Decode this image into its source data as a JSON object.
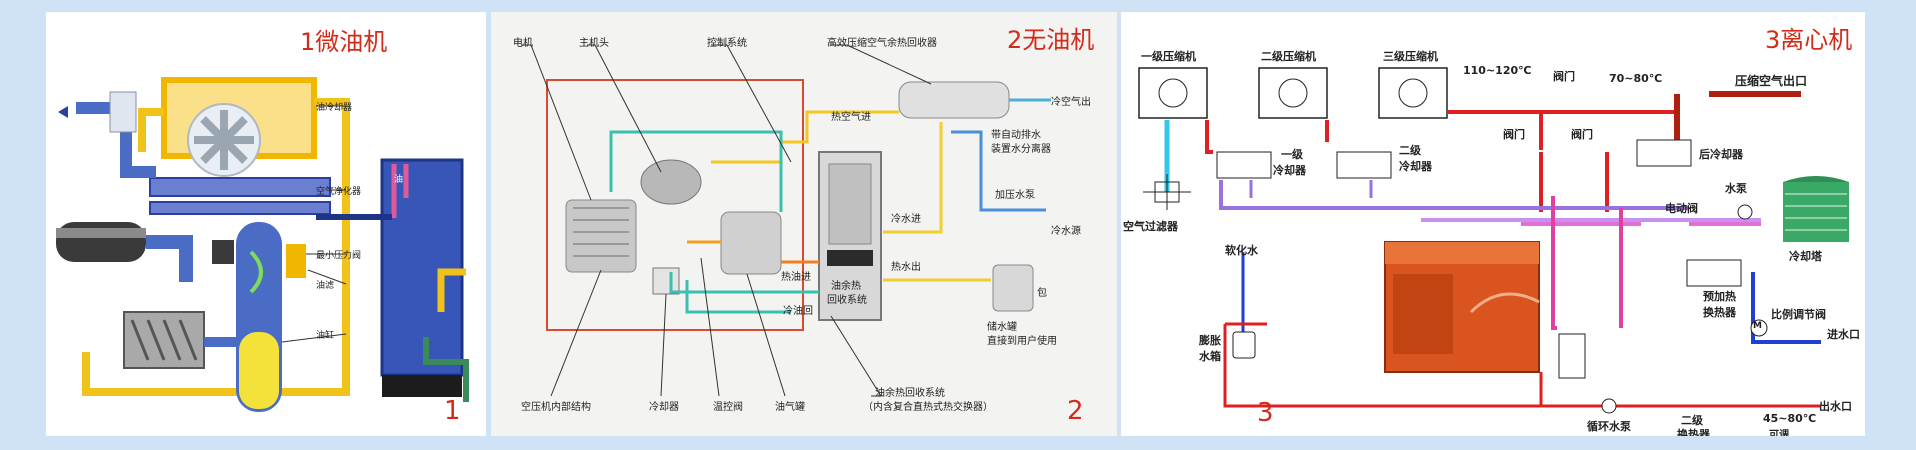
{
  "panel1": {
    "title": "1微油机",
    "number": "1",
    "labels": {
      "oil_cooler": "油冷却器",
      "air_filter": "空气净化器",
      "min_pressure_valve": "最小压力阀",
      "oil_filter": "油滤",
      "oil_tank": "油缸"
    },
    "box_text": "油"
  },
  "panel2": {
    "title": "2无油机",
    "number": "2",
    "labels": {
      "motor": "电机",
      "main_head": "主机头",
      "control_system": "控制系统",
      "recovery_unit": "高效压缩空气余热回收器",
      "cold_air_out": "冷空气出",
      "hot_air_in": "热空气进",
      "auto_drain": "带自动排水",
      "separator": "装置水分离器",
      "pressure_pump": "加压水泵",
      "cold_water_source": "冷水源",
      "cold_water_in": "冷水进",
      "hot_water_out": "热水出",
      "hot_oil_in": "热油进",
      "cold_oil_return": "冷油回",
      "heat_recovery_1": "油余热",
      "heat_recovery_2": "回收系统",
      "tank_1": "储水罐",
      "tank_2": "直接到用户使用",
      "tank_side": "包",
      "internal_structure": "空压机内部结构",
      "cooler": "冷却器",
      "thermo_valve": "温控阀",
      "oil_gas_tank": "油气罐",
      "recovery_system": "油余热回收系统",
      "recovery_system_sub": "（内含复合直热式热交换器）"
    }
  },
  "panel3": {
    "title": "3离心机",
    "number": "3",
    "labels": {
      "stage1": "一级压缩机",
      "stage2": "二级压缩机",
      "stage3": "三级压缩机",
      "temp_high": "110~120℃",
      "valve_top": "阀门",
      "temp_mid": "70~80℃",
      "air_out": "压缩空气出口",
      "valve_left": "阀门",
      "valve_right": "阀门",
      "cooler1_a": "一级",
      "cooler1_b": "冷却器",
      "cooler2_a": "二级",
      "cooler2_b": "冷却器",
      "after_cooler": "后冷却器",
      "water_pump": "水泵",
      "electric_valve": "电动阀",
      "cooling_tower": "冷却塔",
      "air_filter": "空气过滤器",
      "soft_water": "软化水",
      "preheat_a": "预加热",
      "preheat_b": "换热器",
      "prop_valve": "比例调节阀",
      "water_in": "进水口",
      "expansion_a": "膨胀",
      "expansion_b": "水箱",
      "circ_pump": "循环水泵",
      "stage2_hx_a": "二级",
      "stage2_hx_b": "换热器",
      "temp_out": "45~80℃",
      "adjustable": "可调",
      "water_out": "出水口",
      "motor_symbol": "M"
    }
  }
}
